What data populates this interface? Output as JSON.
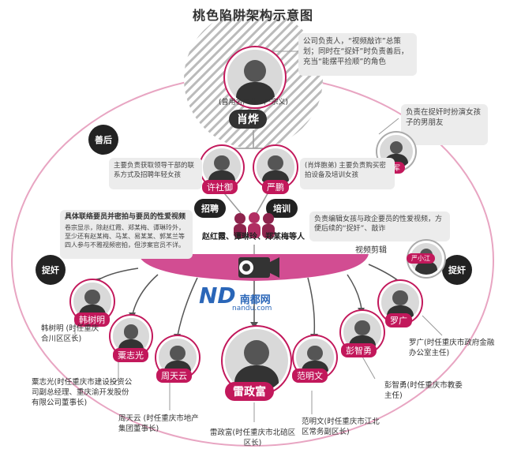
{
  "title": "桃色陷阱架构示意图",
  "colors": {
    "accent": "#c2185b",
    "dark": "#222222",
    "note_bg": "#ececec"
  },
  "leader": {
    "name": "肖烨",
    "alias": "(曾用名严苏、严宗义)"
  },
  "leader_note": "公司负责人，“视频敲诈”总策划；同时在“捉奸”时负责善后，充当“能摆平捡顺”的角色",
  "boyfriend": {
    "name": "王建军",
    "note": "负责在捉奸时扮演女孩子的男朋友"
  },
  "side_labels": {
    "shanhou": "善后",
    "zhuojian_left": "捉奸",
    "zhuojian_right": "捉奸"
  },
  "xu": {
    "name": "许社御",
    "note": "主要负责获取领导干部的联系方式及招聘年轻女孩"
  },
  "yan": {
    "name": "严鹏",
    "note": "(肖烨胞弟) 主要负责购买密拍设备及培训女孩"
  },
  "actions": {
    "zhaopin": "招聘",
    "peixun": "培训",
    "video_edit": "视频剪辑"
  },
  "women": {
    "label": "赵红霞、谭琳玲、郑某梅等人"
  },
  "women_note": {
    "heading": "具体联络要员并密拍与要员的性爱视频",
    "detail": "卷宗显示，除赵红霞、郑某梅、谭琳玲外，至少还有赵某梅、马某、易某某、郭某兰等四人参与不雅视频密拍，但涉案官员不详。"
  },
  "editor": {
    "name": "严小江",
    "note": "负责编辑女孩与政企要员的性爱视频，方便后续的“捉奸”、敲诈"
  },
  "watermark": {
    "logo": "ND",
    "cn": "南都网",
    "url": "nandu.com"
  },
  "officials": [
    {
      "name": "韩树明",
      "caption": "韩树明 (时任重庆合川区区长)"
    },
    {
      "name": "粟志光",
      "caption": "粟志光(时任重庆市建设投资公司副总经理、重庆渝开发股份有限公司董事长)"
    },
    {
      "name": "周天云",
      "caption": "周天云 (时任重庆市地产集团董事长)"
    },
    {
      "name": "雷政富",
      "caption": "雷政富(时任重庆市北碚区区长)"
    },
    {
      "name": "范明文",
      "caption": "范明文(时任重庆市江北区常务副区长)"
    },
    {
      "name": "彭智勇",
      "caption": "彭智勇(时任重庆市教委主任)"
    },
    {
      "name": "罗广",
      "caption": "罗广(时任重庆市政府金融办公室主任)"
    }
  ]
}
